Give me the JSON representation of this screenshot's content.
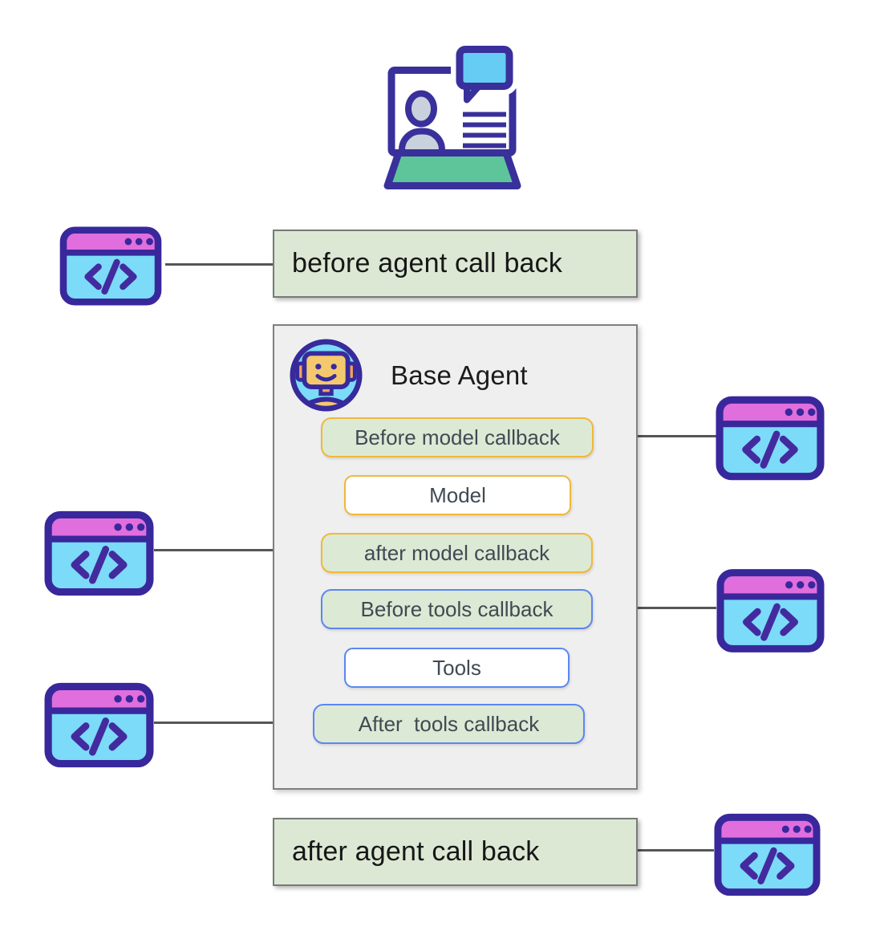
{
  "outer": {
    "before_agent_label": "before agent call back",
    "after_agent_label": "after agent call back"
  },
  "agent": {
    "title": "Base Agent",
    "items": [
      {
        "label": "Before model callback",
        "border": "yellow",
        "fill": "green"
      },
      {
        "label": "Model",
        "border": "yellow",
        "fill": "white"
      },
      {
        "label": "after model callback",
        "border": "yellow",
        "fill": "green"
      },
      {
        "label": "Before tools callback",
        "border": "blue",
        "fill": "green"
      },
      {
        "label": "Tools",
        "border": "blue",
        "fill": "white"
      },
      {
        "label": "After  tools callback",
        "border": "blue",
        "fill": "green"
      }
    ]
  },
  "icons": {
    "code_window": "code-window-icon",
    "robot": "robot-icon",
    "laptop": "video-call-laptop-icon"
  },
  "colors": {
    "green_fill": "#dce8d3",
    "agent_bg": "#efeff0",
    "yellow_border": "#f0b83a",
    "blue_border": "#5c86f2",
    "icon_outline": "#38289c",
    "icon_titlebar_pink": "#e16edd",
    "icon_body_blue": "#7cdbf8",
    "connector_gray": "#555658",
    "laptop_base_green": "#5dc599",
    "bubble_blue": "#66ccf4"
  }
}
